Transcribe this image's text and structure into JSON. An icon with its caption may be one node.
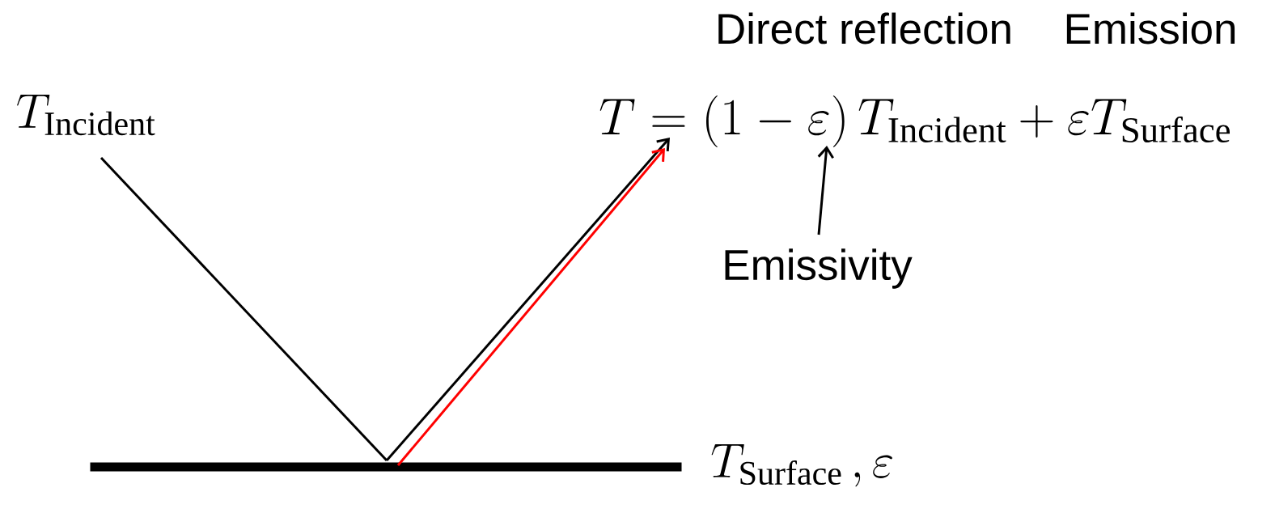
{
  "diagram": {
    "nodes": [
      {
        "text": [
          "T_{\\mathrm{Incident}}"
        ]
      },
      {
        "text": [],
        "shape": "bar",
        "beside": [
          "T_{\\mathrm{Surface}}\\,,\\varepsilon"
        ]
      },
      {
        "text": [
          "T = \\left(1-\\varepsilon\\right)T_{\\mathrm{Incident}} + \\varepsilon T_{\\mathrm{Surface}}"
        ]
      },
      {
        "text": [
          "Emissivity"
        ]
      }
    ],
    "edges": [
      {
        "from": 0,
        "to": 1,
        "arrow": "none"
      },
      {
        "from": 1,
        "to": 2,
        "arrow": "to"
      },
      {
        "from": 1,
        "to": 2,
        "arrow": "to",
        "color": "#ff0000"
      },
      {
        "from": 3,
        "to": 2,
        "arrow": "to"
      }
    ],
    "labels": [
      "Direct reflection",
      "Emission"
    ]
  }
}
